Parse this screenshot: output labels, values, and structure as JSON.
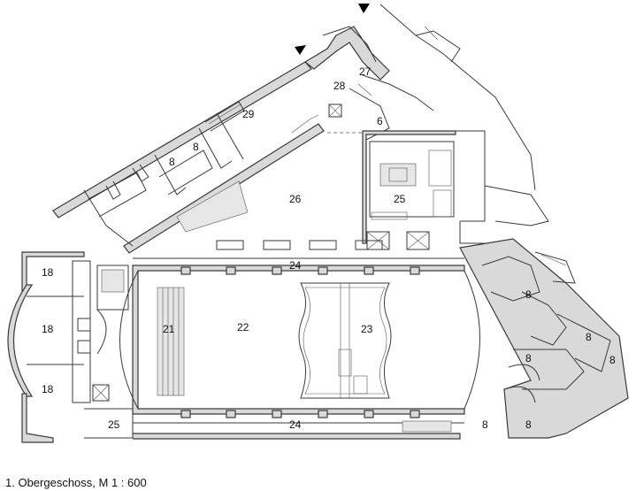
{
  "caption": "1. Obergeschoss, M 1 : 600",
  "rooms": [
    {
      "label": "27"
    },
    {
      "label": "28"
    },
    {
      "label": "29"
    },
    {
      "label": "6"
    },
    {
      "label": "8"
    },
    {
      "label": "8"
    },
    {
      "label": "26"
    },
    {
      "label": "25"
    },
    {
      "label": "24"
    },
    {
      "label": "18"
    },
    {
      "label": "18"
    },
    {
      "label": "18"
    },
    {
      "label": "21"
    },
    {
      "label": "22"
    },
    {
      "label": "23"
    },
    {
      "label": "8"
    },
    {
      "label": "8"
    },
    {
      "label": "8"
    },
    {
      "label": "8"
    },
    {
      "label": "25"
    },
    {
      "label": "24"
    },
    {
      "label": "8"
    },
    {
      "label": "8"
    }
  ]
}
